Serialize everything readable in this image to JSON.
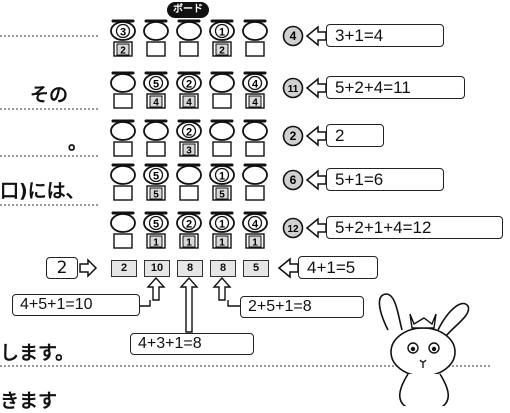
{
  "badge": "ボード",
  "left_fragments": [
    "その",
    "。",
    "口)には、",
    "します。",
    "きます"
  ],
  "rows": [
    {
      "cells": [
        {
          "top": "3",
          "bottom": "2"
        },
        {
          "top": "",
          "bottom": ""
        },
        {
          "top": "",
          "bottom": ""
        },
        {
          "top": "1",
          "bottom": "2"
        },
        {
          "top": "",
          "bottom": ""
        }
      ],
      "sum": "4",
      "equation": "3+1=4"
    },
    {
      "cells": [
        {
          "top": "",
          "bottom": ""
        },
        {
          "top": "5",
          "bottom": "4"
        },
        {
          "top": "2",
          "bottom": "4"
        },
        {
          "top": "",
          "bottom": ""
        },
        {
          "top": "4",
          "bottom": "4"
        }
      ],
      "sum": "11",
      "equation": "5+2+4=11"
    },
    {
      "cells": [
        {
          "top": "",
          "bottom": ""
        },
        {
          "top": "",
          "bottom": ""
        },
        {
          "top": "2",
          "bottom": "3"
        },
        {
          "top": "",
          "bottom": ""
        },
        {
          "top": "",
          "bottom": ""
        }
      ],
      "sum": "2",
      "equation": "2"
    },
    {
      "cells": [
        {
          "top": "",
          "bottom": ""
        },
        {
          "top": "5",
          "bottom": "5"
        },
        {
          "top": "",
          "bottom": ""
        },
        {
          "top": "1",
          "bottom": "5"
        },
        {
          "top": "",
          "bottom": ""
        }
      ],
      "sum": "6",
      "equation": "5+1=6"
    },
    {
      "cells": [
        {
          "top": "",
          "bottom": ""
        },
        {
          "top": "5",
          "bottom": "1"
        },
        {
          "top": "2",
          "bottom": "1"
        },
        {
          "top": "1",
          "bottom": "1"
        },
        {
          "top": "4",
          "bottom": "1"
        }
      ],
      "sum": "12",
      "equation": "5+2+1+4=12"
    }
  ],
  "bottom_row": {
    "start": "2",
    "values": [
      "2",
      "10",
      "8",
      "8",
      "5"
    ],
    "right_equation": "4+1=5"
  },
  "column_equations": [
    "4+5+1=10",
    "4+3+1=8",
    "2+5+1=8"
  ],
  "illustration": "rabbit-with-crown"
}
